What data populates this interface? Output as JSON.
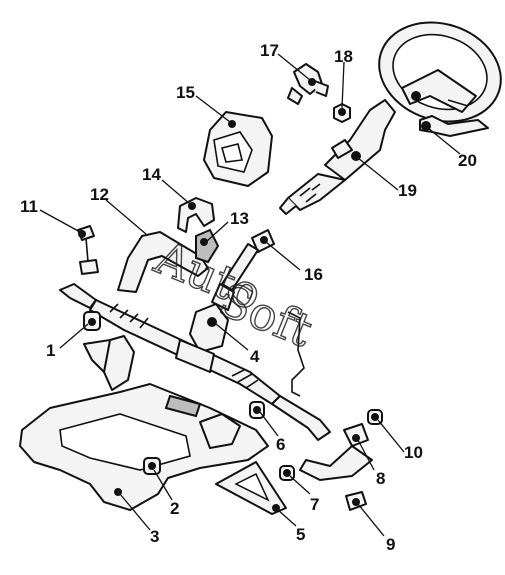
{
  "watermark": {
    "line1": "Auto",
    "line2": "Soft"
  },
  "labels": {
    "n1": "1",
    "n2": "2",
    "n3": "3",
    "n4": "4",
    "n5": "5",
    "n6": "6",
    "n7": "7",
    "n8": "8",
    "n9": "9",
    "n10": "10",
    "n11": "11",
    "n12": "12",
    "n13": "13",
    "n14": "14",
    "n15": "15",
    "n16": "16",
    "n17": "17",
    "n18": "18",
    "n19": "19",
    "n20": "20"
  }
}
